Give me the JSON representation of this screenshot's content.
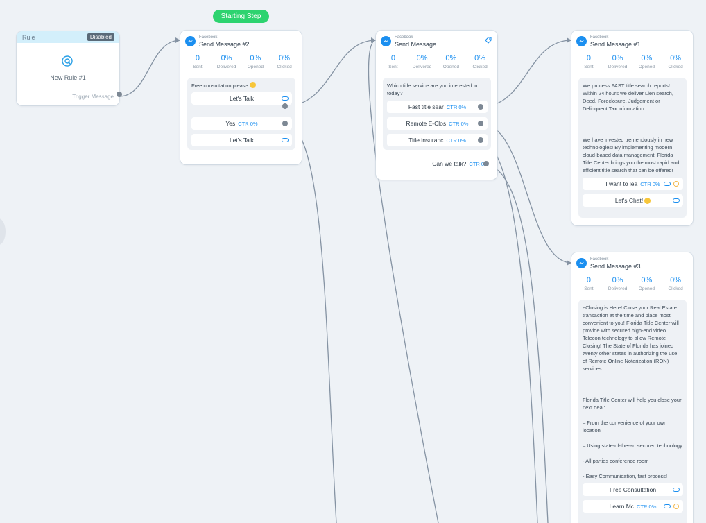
{
  "rule": {
    "title": "Rule",
    "badge": "Disabled",
    "name": "New Rule #1",
    "trigger": "Trigger Message"
  },
  "starting_step": "Starting Step",
  "stat_labels": {
    "sent": "Sent",
    "delivered": "Delivered",
    "opened": "Opened",
    "clicked": "Clicked"
  },
  "colors": {
    "accent": "#1b8ff0",
    "start": "#2dd36f",
    "rule_header": "#d3effb"
  },
  "cards": {
    "msg2": {
      "platform": "Facebook",
      "title": "Send Message #2",
      "stats": [
        "0",
        "0%",
        "0%",
        "0%"
      ],
      "text": "Free consultation please",
      "buttons": [
        {
          "label": "Let's Talk"
        },
        {
          "label": "Yes",
          "ctr": "CTR 0%"
        },
        {
          "label": "Let's Talk"
        }
      ]
    },
    "msg": {
      "platform": "Facebook",
      "title": "Send Message",
      "stats": [
        "0",
        "0%",
        "0%",
        "0%"
      ],
      "text": "Which title service are you interested in today?",
      "buttons": [
        {
          "label": "Fast title sear",
          "ctr": "CTR 0%"
        },
        {
          "label": "Remote E-Clos",
          "ctr": "CTR 0%"
        },
        {
          "label": "Title insuranc",
          "ctr": "CTR 0%"
        }
      ],
      "quick_reply": {
        "label": "Can we talk?",
        "ctr": "CTR 0%"
      }
    },
    "msg1": {
      "platform": "Facebook",
      "title": "Send Message #1",
      "stats": [
        "0",
        "0%",
        "0%",
        "0%"
      ],
      "text1": "We process FAST title search reports! Within 24 hours we deliver Lien search, Deed, Foreclosure, Judgement or Delinquent Tax information",
      "text2": "We have invested tremendously in new technologies! By implementing modern cloud-based data management, Florida Title Center brings you the most rapid and efficient title search that can be offered!",
      "buttons": [
        {
          "label": "I want to lea",
          "ctr": "CTR 0%"
        },
        {
          "label": "Let's Chat!"
        }
      ]
    },
    "msg3": {
      "platform": "Facebook",
      "title": "Send Message #3",
      "stats": [
        "0",
        "0%",
        "0%",
        "0%"
      ],
      "text1": "eClosing is Here! Close your Real Estate transaction at the time and place most convenient to you! Florida Title Center will provide with secured high-end video Telecon technology to allow Remote Closing! The State of Florida has joined twenty other states in authorizing the use of Remote Online Notarization (RON) services.",
      "text2": "Florida Title Center will help you close your next deal:",
      "text3": "– From the convenience of your own location",
      "text4": "– Using state-of-the-art secured technology",
      "text5": "- All parties conference room",
      "text6": "- Easy Communication, fast process!",
      "buttons": [
        {
          "label": "Free Consultation"
        },
        {
          "label": "Learn Mc",
          "ctr": "CTR 0%"
        }
      ]
    }
  }
}
